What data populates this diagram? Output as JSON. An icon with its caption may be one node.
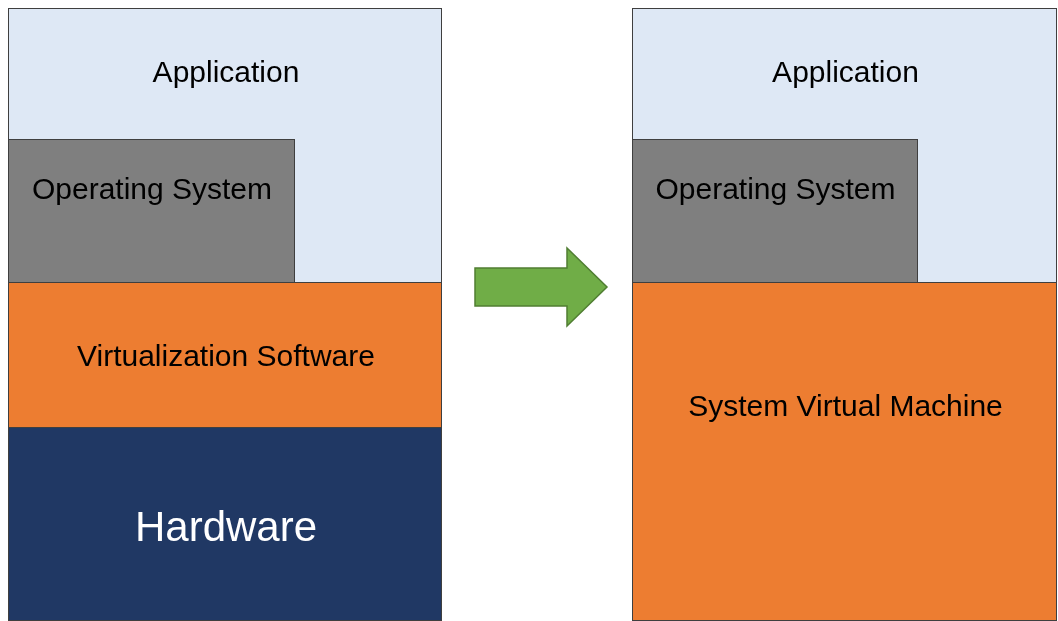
{
  "diagram": {
    "nodes": [
      {
        "text": [
          "Application"
        ]
      },
      {
        "text": [
          "Operating System"
        ],
        "in": 0
      },
      {
        "text": [
          "Virtualization Software"
        ]
      },
      {
        "text": [
          "Hardware"
        ]
      },
      {
        "text": [
          "Application"
        ]
      },
      {
        "text": [
          "Operating System"
        ],
        "in": 4
      },
      {
        "text": [
          "System Virtual Machine"
        ]
      }
    ],
    "edges": [
      {
        "from": 2,
        "to": 6,
        "arrow": "to",
        "style": "thick",
        "color": "#70ad47"
      }
    ]
  }
}
